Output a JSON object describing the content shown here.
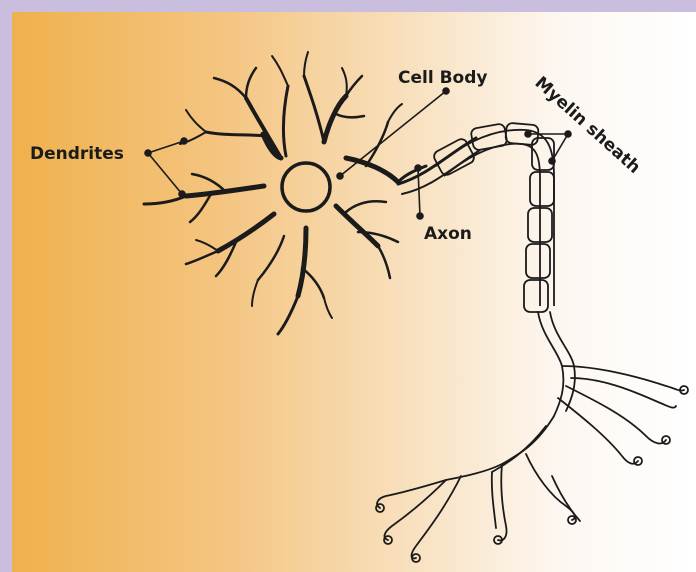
{
  "diagram": {
    "labels": {
      "dendrites": "Dendrites",
      "cell_body": "Cell Body",
      "axon": "Axon",
      "myelin_sheath": "Myelin sheath"
    },
    "colors": {
      "frame": "#c9bedd",
      "gradient_left": "#efb14c",
      "gradient_right": "#ffffff",
      "ink": "#1b1b1b"
    }
  }
}
